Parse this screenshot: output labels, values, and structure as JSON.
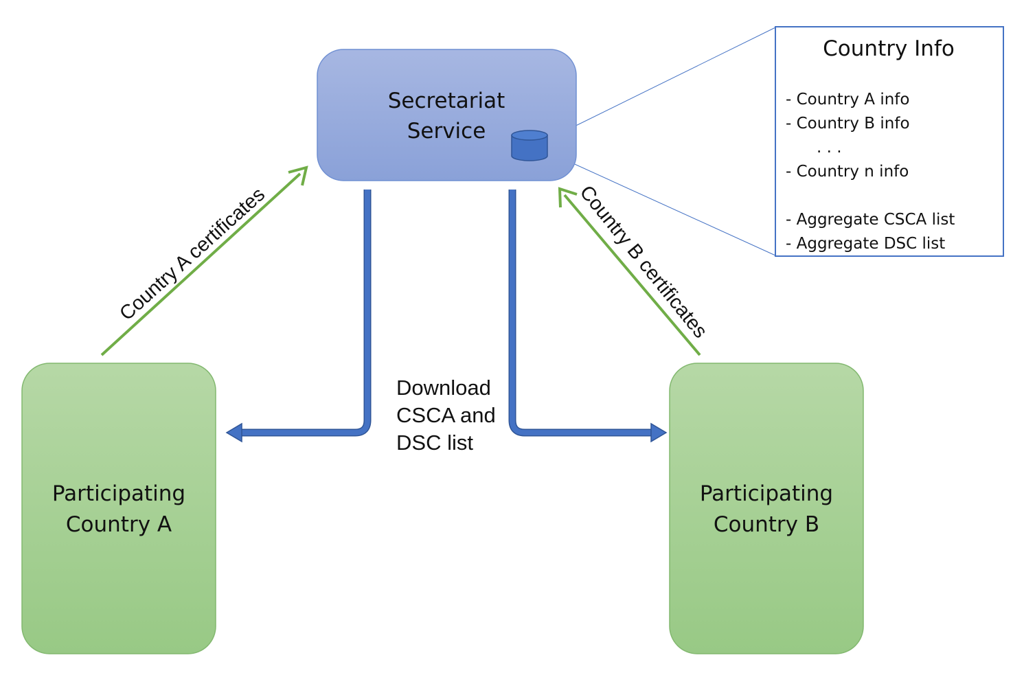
{
  "nodes": {
    "secretariat": {
      "line1": "Secretariat",
      "line2": "Service"
    },
    "country_a": {
      "line1": "Participating",
      "line2": "Country A"
    },
    "country_b": {
      "line1": "Participating",
      "line2": "Country B"
    }
  },
  "country_info": {
    "title": "Country Info",
    "items": [
      "- Country A info",
      "- Country B info",
      ". . .",
      "- Country n info",
      "- Aggregate CSCA list",
      "- Aggregate DSC list"
    ]
  },
  "edges": {
    "country_a_upload": "Country A certificates",
    "country_b_upload": "Country B certificates",
    "download": {
      "line1": "Download",
      "line2": "CSCA and",
      "line3": "DSC list"
    }
  },
  "colors": {
    "secretariat_top": "#a7b7e2",
    "secretariat_bottom": "#8aa1d8",
    "secretariat_border": "#6f8fd2",
    "country_top": "#b6d8a6",
    "country_bottom": "#98c985",
    "country_border": "#82b86f",
    "download_arrow": "#4472c4",
    "download_arrow_edge": "#2f5597",
    "upload_arrow": "#70ad47",
    "info_border": "#4472c4",
    "db_fill": "#4472c4",
    "db_stroke": "#2f5597"
  }
}
